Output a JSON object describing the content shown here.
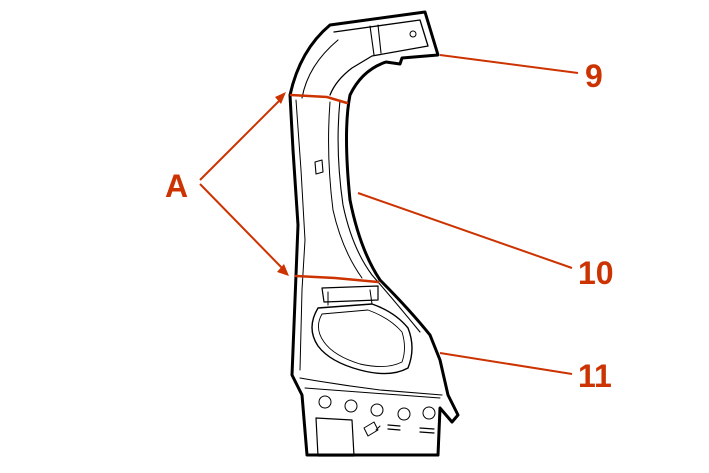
{
  "diagram": {
    "callouts": [
      {
        "id": "A",
        "label": "A"
      },
      {
        "id": "9",
        "label": "9"
      },
      {
        "id": "10",
        "label": "10"
      },
      {
        "id": "11",
        "label": "11"
      }
    ]
  },
  "colors": {
    "callout": "#cc3300",
    "outline": "#000000",
    "detail": "#555555",
    "background": "#ffffff"
  }
}
